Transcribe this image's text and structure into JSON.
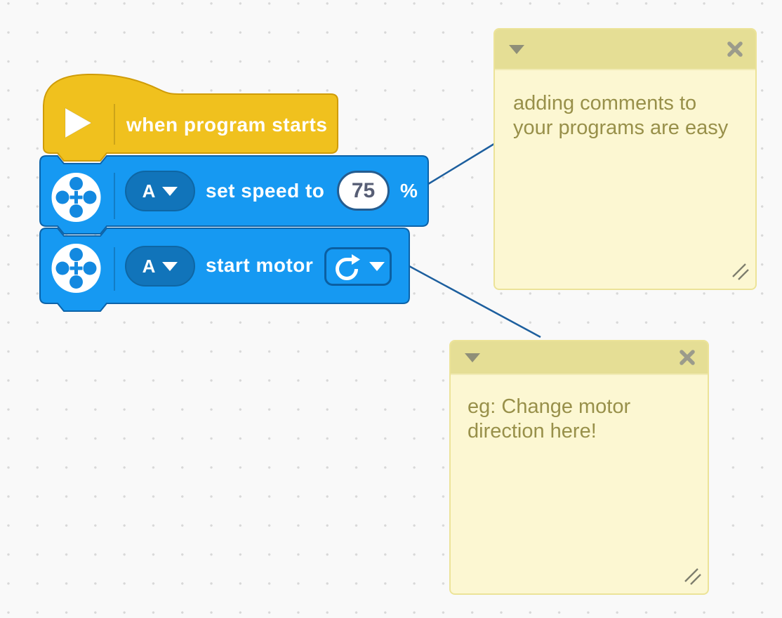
{
  "colors": {
    "canvas_bg": "#f9f9f9",
    "grid_dot": "#d8d8d8",
    "hat_fill": "#f0c11e",
    "hat_border": "#cf9c08",
    "motor_block_fill": "#1699f2",
    "motor_block_border": "#0c63a9",
    "port_pill_fill": "#1174ba",
    "input_text": "#575e75",
    "comment_header": "#e5de95",
    "comment_body": "#fcf7d2",
    "comment_text": "#98904a",
    "connector_line": "#1d5f9e",
    "icon_blue": "#1389e0",
    "white": "#ffffff"
  },
  "blocks": {
    "hat": {
      "label": "when program starts",
      "icon": "play-icon"
    },
    "set_speed": {
      "icon": "motor-icon",
      "port": "A",
      "label": "set speed to",
      "value": "75",
      "unit": "%"
    },
    "start_motor": {
      "icon": "motor-icon",
      "port": "A",
      "label": "start motor",
      "direction_icon": "rotate-clockwise-icon"
    }
  },
  "comments": [
    {
      "lines": [
        "adding comments to",
        "your programs are easy"
      ],
      "collapse_icon": "caret-down-icon",
      "close_icon": "close-x-icon",
      "resize_icon": "resize-handle-icon"
    },
    {
      "lines": [
        "eg: Change motor",
        "direction here!"
      ],
      "collapse_icon": "caret-down-icon",
      "close_icon": "close-x-icon",
      "resize_icon": "resize-handle-icon"
    }
  ]
}
